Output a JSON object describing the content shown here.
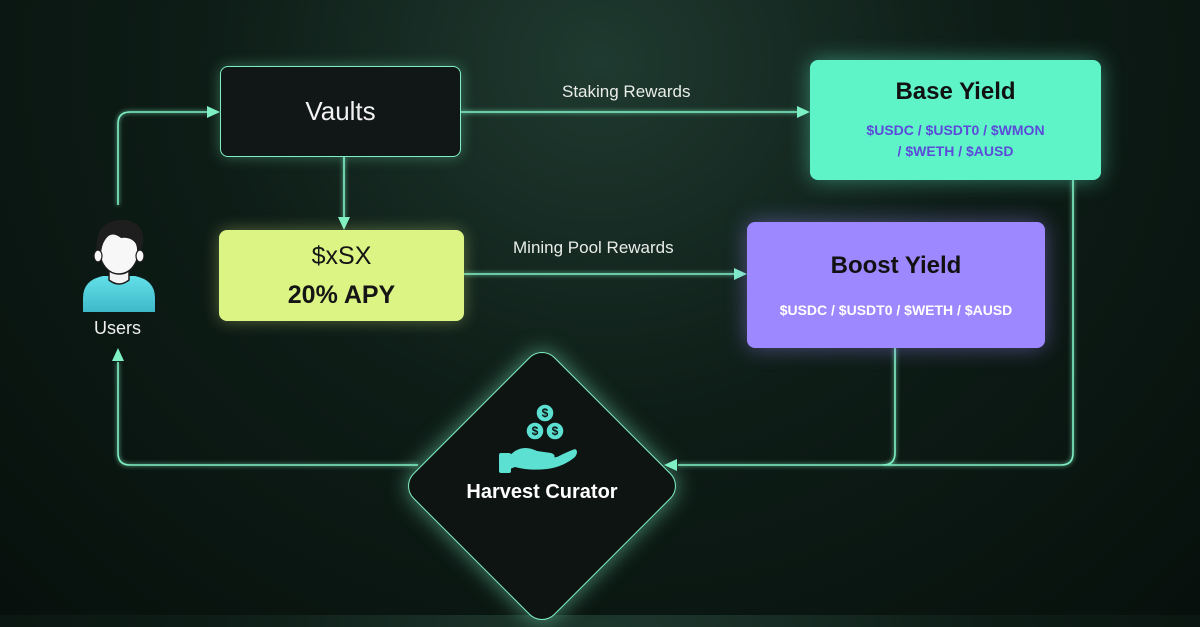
{
  "nodes": {
    "vaults": {
      "label": "Vaults"
    },
    "xsx": {
      "label": "$xSX",
      "apy": "20% APY"
    },
    "base_yield": {
      "title": "Base Yield",
      "tokens_line1": "$USDC / $USDT0 / $WMON",
      "tokens_line2": "/ $WETH / $AUSD"
    },
    "boost_yield": {
      "title": "Boost Yield",
      "tokens": "$USDC / $USDT0 / $WETH / $AUSD"
    },
    "users": {
      "label": "Users",
      "icon": "user-icon"
    },
    "harvest_curator": {
      "label": "Harvest Curator",
      "icon": "hand-coins-icon"
    }
  },
  "edges": {
    "staking": {
      "label": "Staking Rewards"
    },
    "mining": {
      "label": "Mining Pool Rewards"
    }
  },
  "colors": {
    "background": "#0b1712",
    "accent": "#7ff0c4",
    "base_yield": "#5ff4c8",
    "boost_yield": "#9d88ff",
    "xsx": "#dcf483",
    "token_text_purple": "#5b4bd8"
  }
}
